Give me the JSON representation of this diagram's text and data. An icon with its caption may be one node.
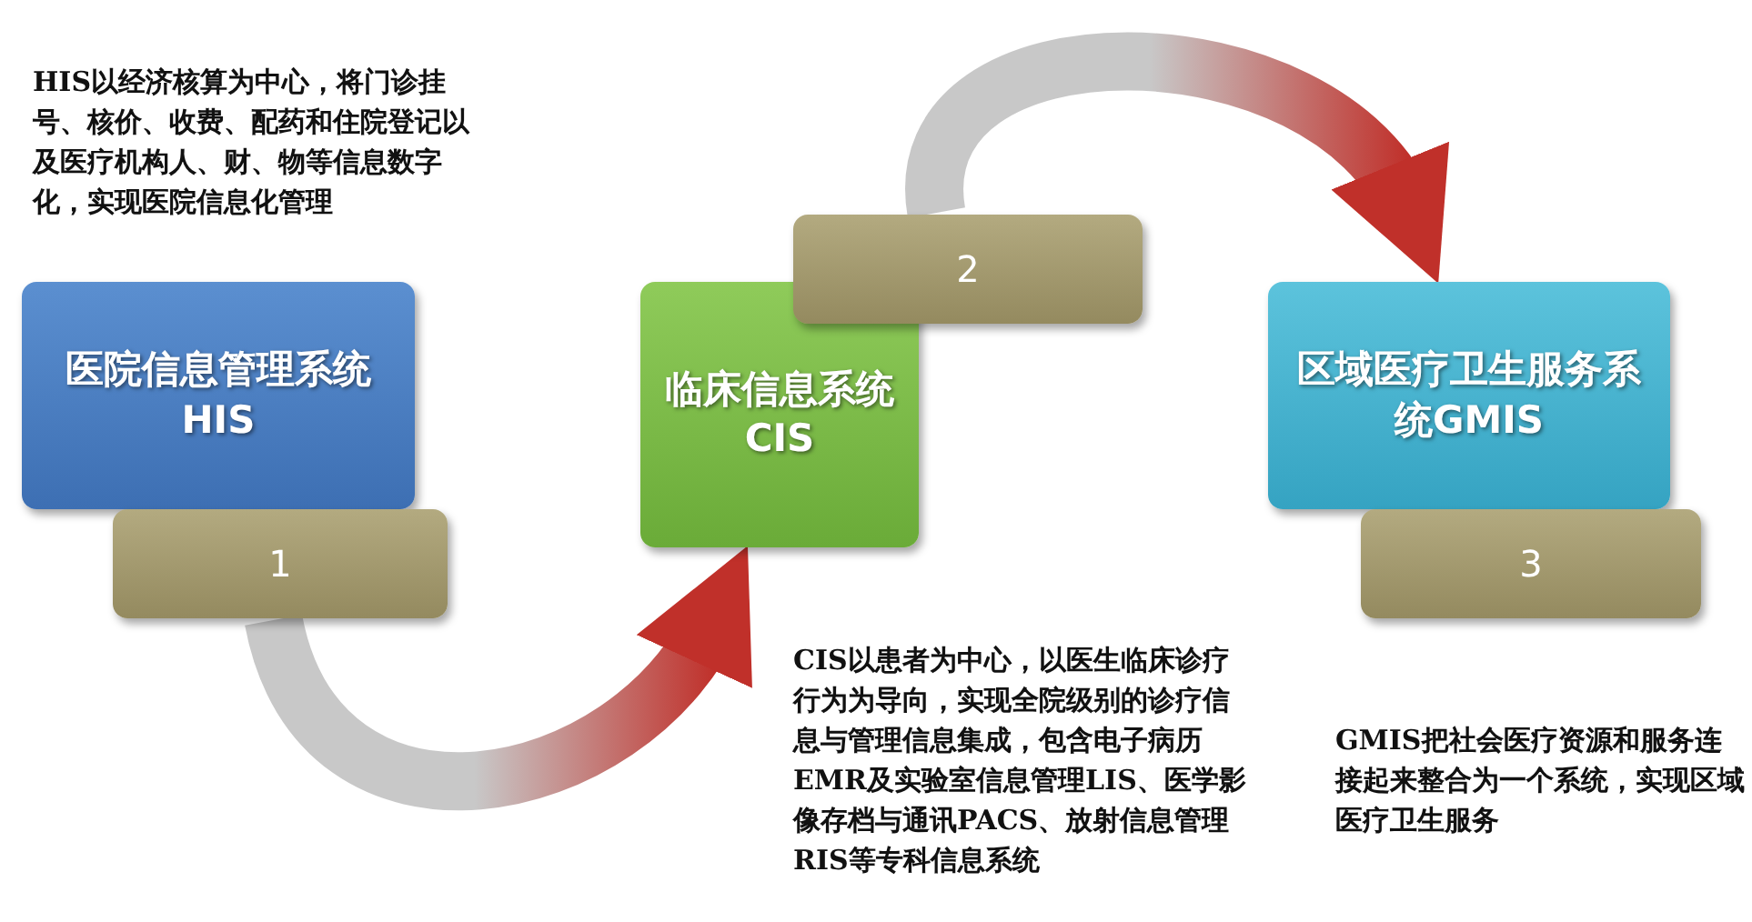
{
  "diagram": {
    "nodes": [
      {
        "text": [
          "医院信息管理系统 HIS"
        ],
        "beside": [
          "HIS以经济核算为中心，将门诊挂号、核价、收费、配药和住院登记以及医疗机构人、财、物等信息数字化，实现医院信息化管理"
        ]
      },
      {
        "text": [
          "1"
        ]
      },
      {
        "text": [
          "临床信息系统 CIS"
        ],
        "beside": [
          "CIS以患者为中心，以医生临床诊疗行为为导向，实现全院级别的诊疗信息与管理信息集成，包含电子病历EMR及实验室信息管理LIS、医学影像存档与通讯PACS、放射信息管理RIS等专科信息系统"
        ]
      },
      {
        "text": [
          "2"
        ]
      },
      {
        "text": [
          "区域医疗卫生服务系统GMIS"
        ]
      },
      {
        "text": [
          "3"
        ]
      }
    ],
    "edges": [
      {
        "from": 1,
        "to": 2,
        "arrow": "to"
      },
      {
        "from": 3,
        "to": 4,
        "arrow": "to"
      }
    ],
    "labels": [
      "GMIS把社会医疗资源和服务连接起来整合为一个系统，实现区域医疗卫生服务"
    ]
  }
}
